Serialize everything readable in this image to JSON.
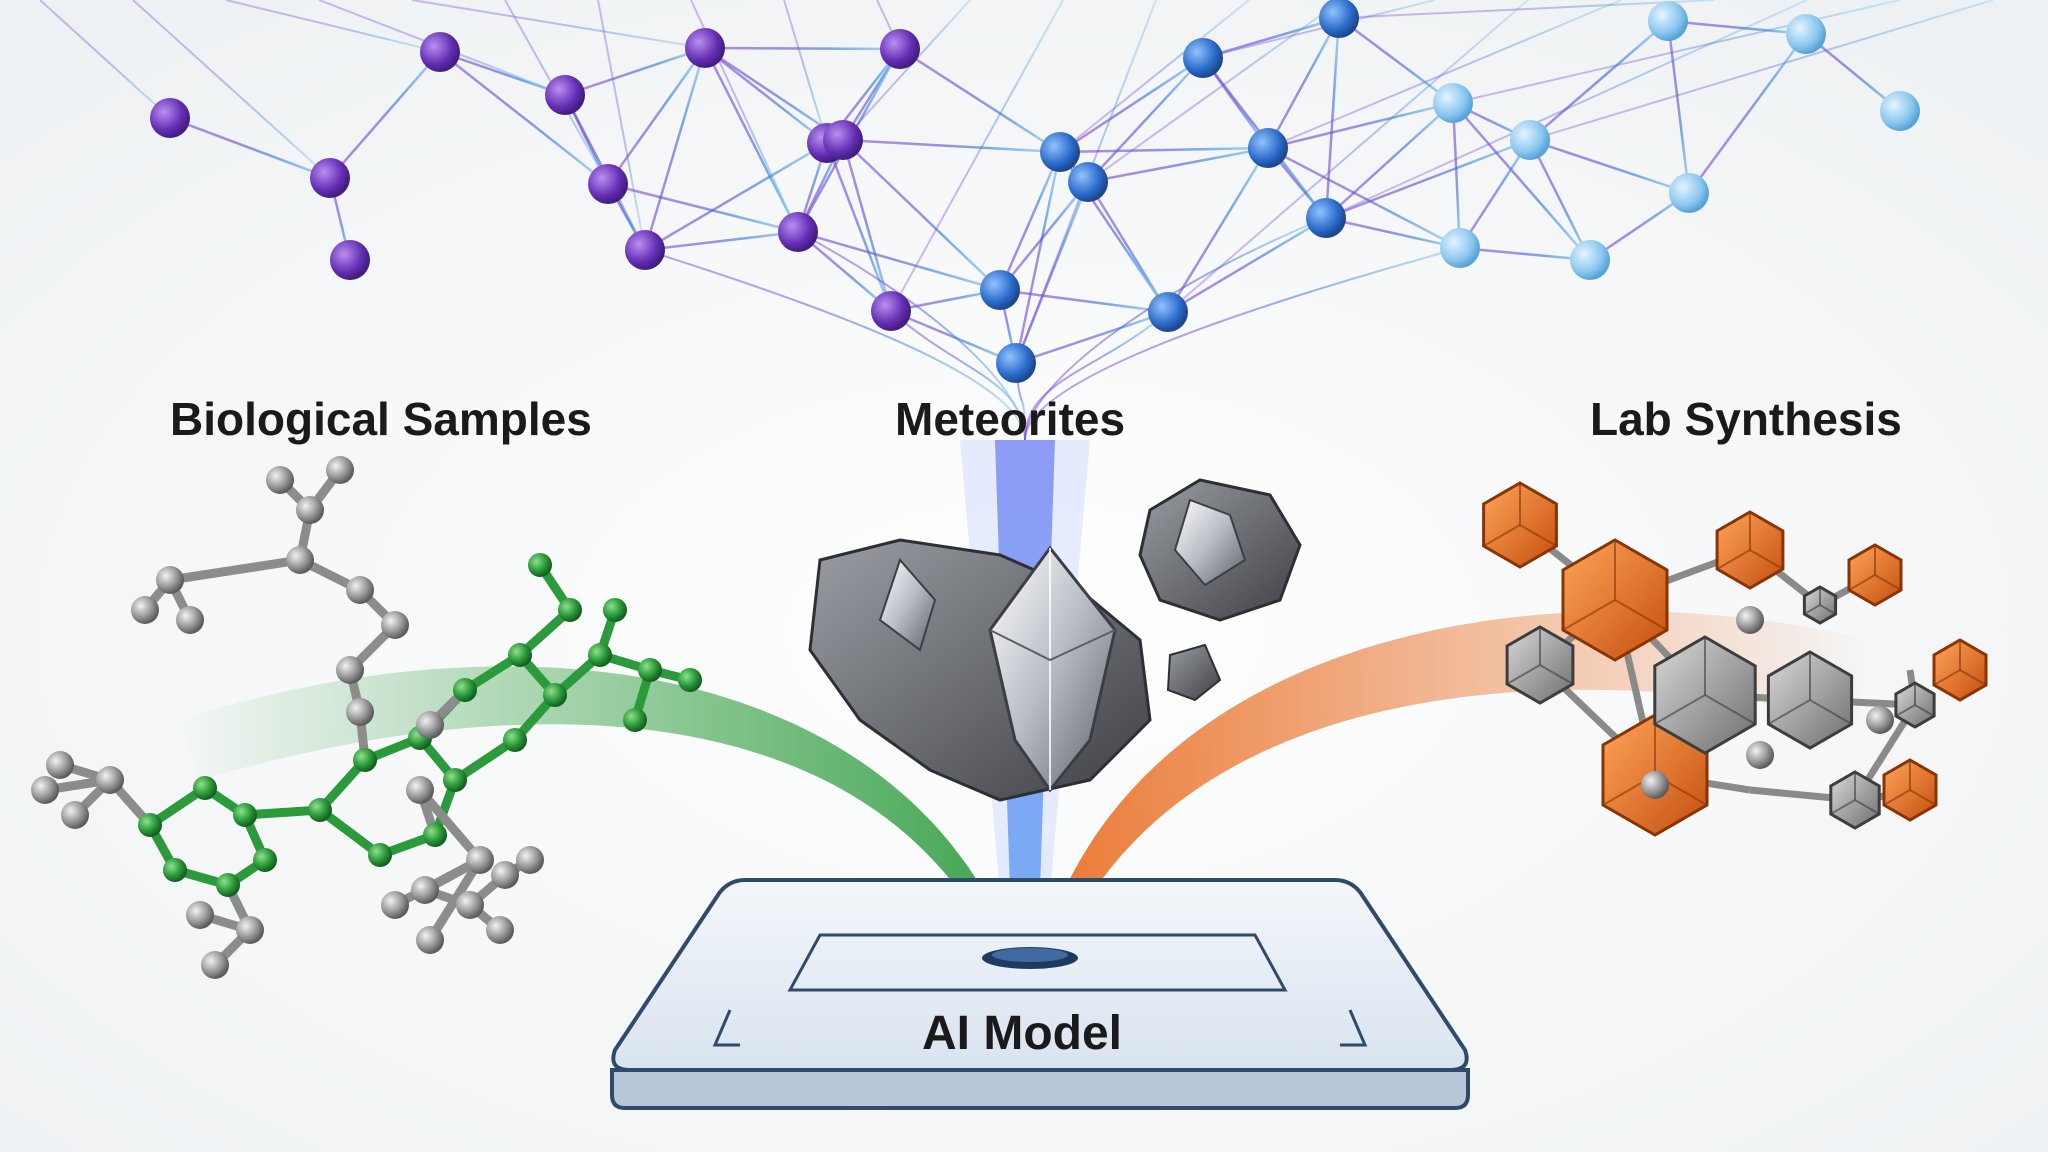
{
  "labels": {
    "biological": "Biological Samples",
    "meteorites": "Meteorites",
    "lab": "Lab Synthesis",
    "model": "AI Model"
  },
  "colors": {
    "network_purple": "#6a2fc0",
    "network_blue": "#1f6fd6",
    "network_light_blue": "#7ec3ef",
    "biological_green": "#2a9a3a",
    "meteorite_gray": "#6b6e73",
    "lab_orange": "#e8691c",
    "platform_outline": "#2f4a6b",
    "platform_fill": "#e4ecf5"
  },
  "icons": {
    "network": "neural-network-graph",
    "biological": "molecule-ball-and-stick",
    "meteorites": "meteorite-crystal",
    "lab": "crystal-lattice-polyhedra",
    "model": "ai-platform-slab"
  }
}
